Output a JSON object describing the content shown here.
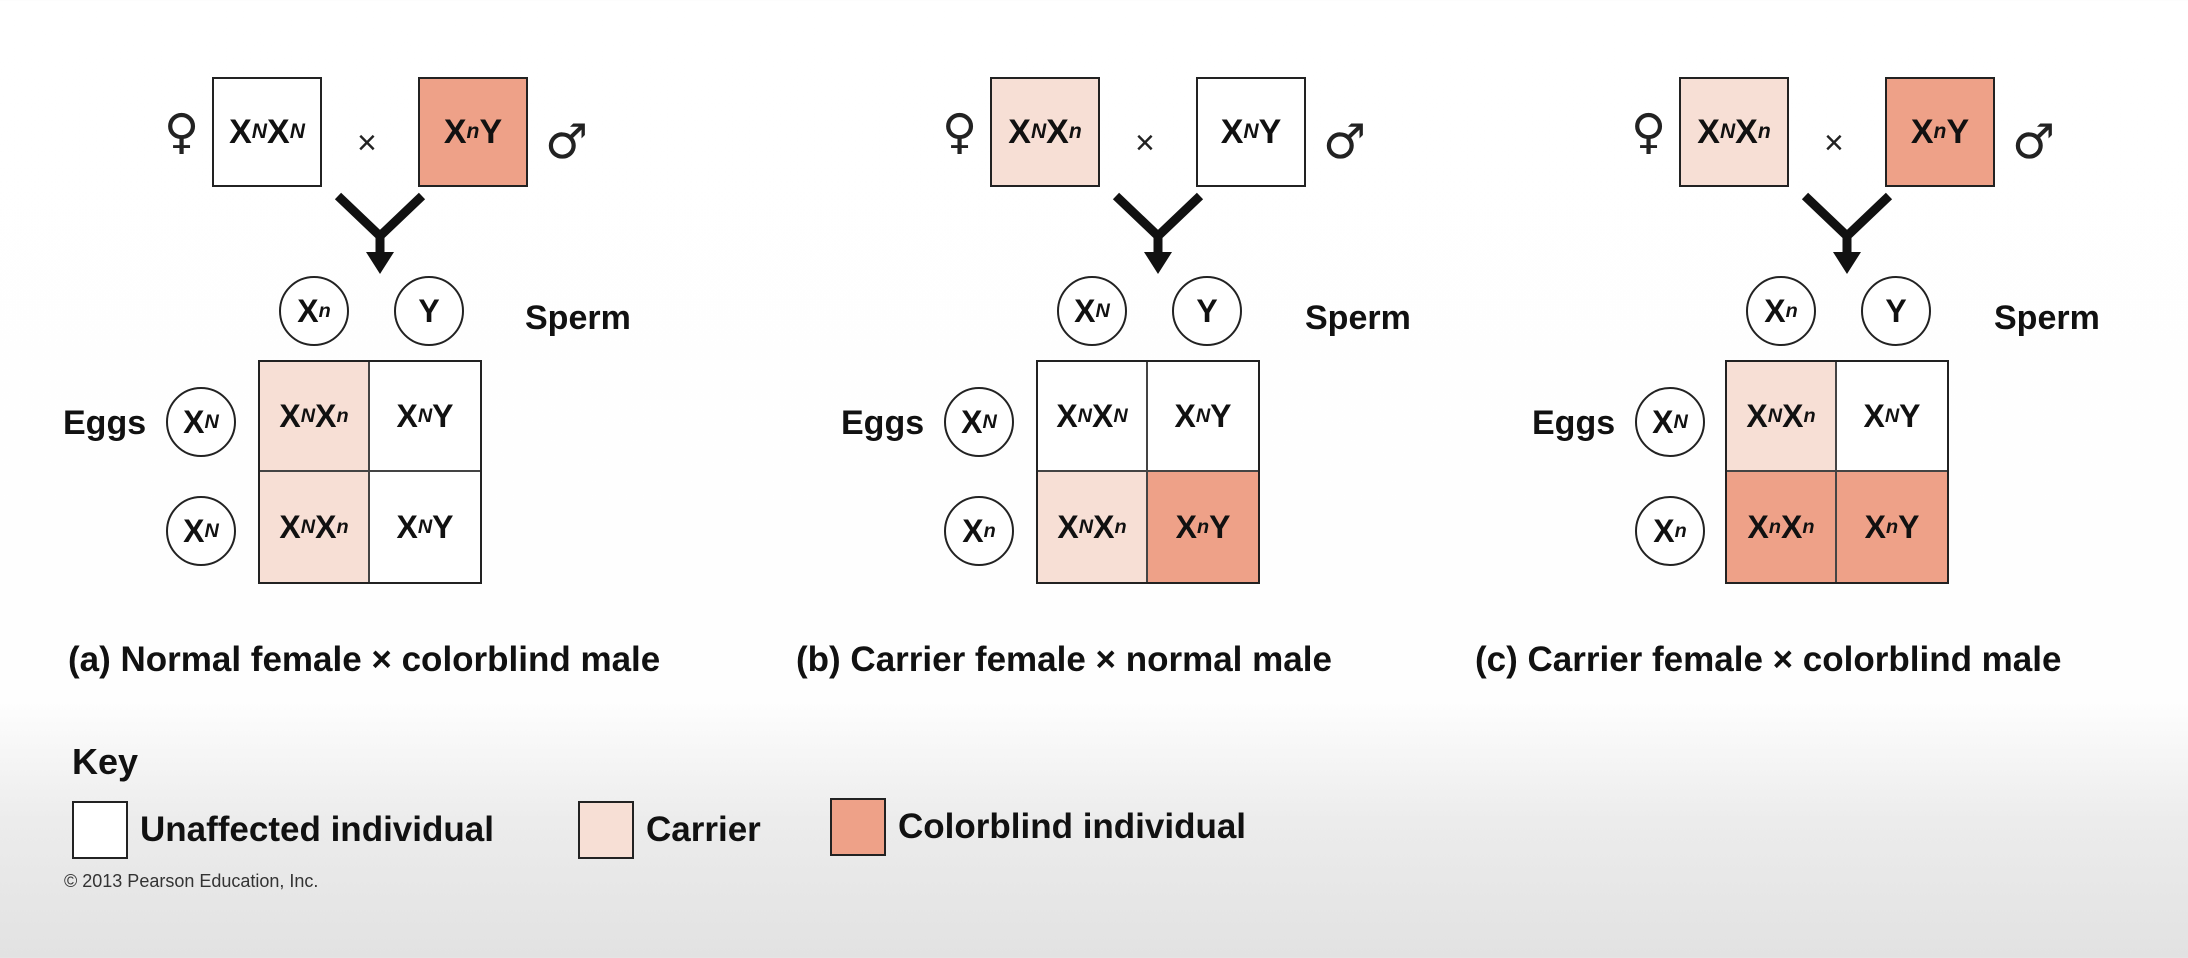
{
  "colors": {
    "unaffected": "#ffffff",
    "carrier": "#f7dfd5",
    "colorblind": "#eea188",
    "outline": "#222222"
  },
  "symbols": {
    "female": "♀",
    "male": "♂",
    "cross": "×"
  },
  "labels": {
    "sperm": "Sperm",
    "eggs": "Eggs"
  },
  "alleles": {
    "dominant": "N",
    "recessive": "n"
  },
  "panels": [
    {
      "id": "a",
      "caption": "(a) Normal female × colorblind male",
      "mother": {
        "genotype": [
          "X",
          "N",
          "X",
          "N"
        ],
        "status": "unaffected"
      },
      "father": {
        "genotype": [
          "X",
          "n",
          "Y",
          ""
        ],
        "status": "colorblind"
      },
      "sperm": [
        [
          "X",
          "n"
        ],
        [
          "Y",
          ""
        ]
      ],
      "eggs": [
        [
          "X",
          "N"
        ],
        [
          "X",
          "N"
        ]
      ],
      "cells": [
        [
          {
            "genotype": [
              "X",
              "N",
              "X",
              "n"
            ],
            "status": "carrier"
          },
          {
            "genotype": [
              "X",
              "N",
              "Y",
              ""
            ],
            "status": "unaffected"
          }
        ],
        [
          {
            "genotype": [
              "X",
              "N",
              "X",
              "n"
            ],
            "status": "carrier"
          },
          {
            "genotype": [
              "X",
              "N",
              "Y",
              ""
            ],
            "status": "unaffected"
          }
        ]
      ]
    },
    {
      "id": "b",
      "caption": "(b) Carrier female × normal male",
      "mother": {
        "genotype": [
          "X",
          "N",
          "X",
          "n"
        ],
        "status": "carrier"
      },
      "father": {
        "genotype": [
          "X",
          "N",
          "Y",
          ""
        ],
        "status": "unaffected"
      },
      "sperm": [
        [
          "X",
          "N"
        ],
        [
          "Y",
          ""
        ]
      ],
      "eggs": [
        [
          "X",
          "N"
        ],
        [
          "X",
          "n"
        ]
      ],
      "cells": [
        [
          {
            "genotype": [
              "X",
              "N",
              "X",
              "N"
            ],
            "status": "unaffected"
          },
          {
            "genotype": [
              "X",
              "N",
              "Y",
              ""
            ],
            "status": "unaffected"
          }
        ],
        [
          {
            "genotype": [
              "X",
              "N",
              "X",
              "n"
            ],
            "status": "carrier"
          },
          {
            "genotype": [
              "X",
              "n",
              "Y",
              ""
            ],
            "status": "colorblind"
          }
        ]
      ]
    },
    {
      "id": "c",
      "caption": "(c) Carrier female × colorblind male",
      "mother": {
        "genotype": [
          "X",
          "N",
          "X",
          "n"
        ],
        "status": "carrier"
      },
      "father": {
        "genotype": [
          "X",
          "n",
          "Y",
          ""
        ],
        "status": "colorblind"
      },
      "sperm": [
        [
          "X",
          "n"
        ],
        [
          "Y",
          ""
        ]
      ],
      "eggs": [
        [
          "X",
          "N"
        ],
        [
          "X",
          "n"
        ]
      ],
      "cells": [
        [
          {
            "genotype": [
              "X",
              "N",
              "X",
              "n"
            ],
            "status": "carrier"
          },
          {
            "genotype": [
              "X",
              "N",
              "Y",
              ""
            ],
            "status": "unaffected"
          }
        ],
        [
          {
            "genotype": [
              "X",
              "n",
              "X",
              "n"
            ],
            "status": "colorblind"
          },
          {
            "genotype": [
              "X",
              "n",
              "Y",
              ""
            ],
            "status": "colorblind"
          }
        ]
      ]
    }
  ],
  "key": {
    "title": "Key",
    "items": [
      {
        "label": "Unaffected individual",
        "status": "unaffected"
      },
      {
        "label": "Carrier",
        "status": "carrier"
      },
      {
        "label": "Colorblind individual",
        "status": "colorblind"
      }
    ]
  },
  "copyright": "© 2013 Pearson Education, Inc."
}
